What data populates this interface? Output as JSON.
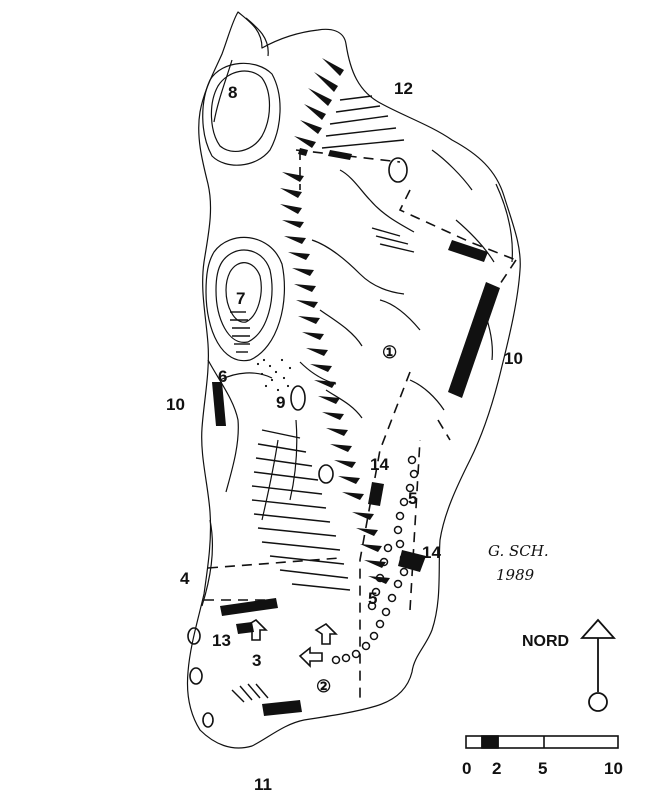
{
  "labels": {
    "l8": "8",
    "l12": "12",
    "l7": "7",
    "l1": "①",
    "l10_right": "10",
    "l6": "6",
    "l10_left": "10",
    "l9": "9",
    "l14_upper": "14",
    "l5_upper": "5",
    "l14_lower": "14",
    "l4": "4",
    "l5_lower": "5",
    "l13": "13",
    "l3": "3",
    "l2": "②",
    "l11": "11"
  },
  "signature": {
    "line1": "G. SCH.",
    "line2": "1989"
  },
  "north": {
    "label": "NORD"
  },
  "scale_bar": {
    "ticks": [
      "0",
      "2",
      "5",
      "10"
    ]
  }
}
